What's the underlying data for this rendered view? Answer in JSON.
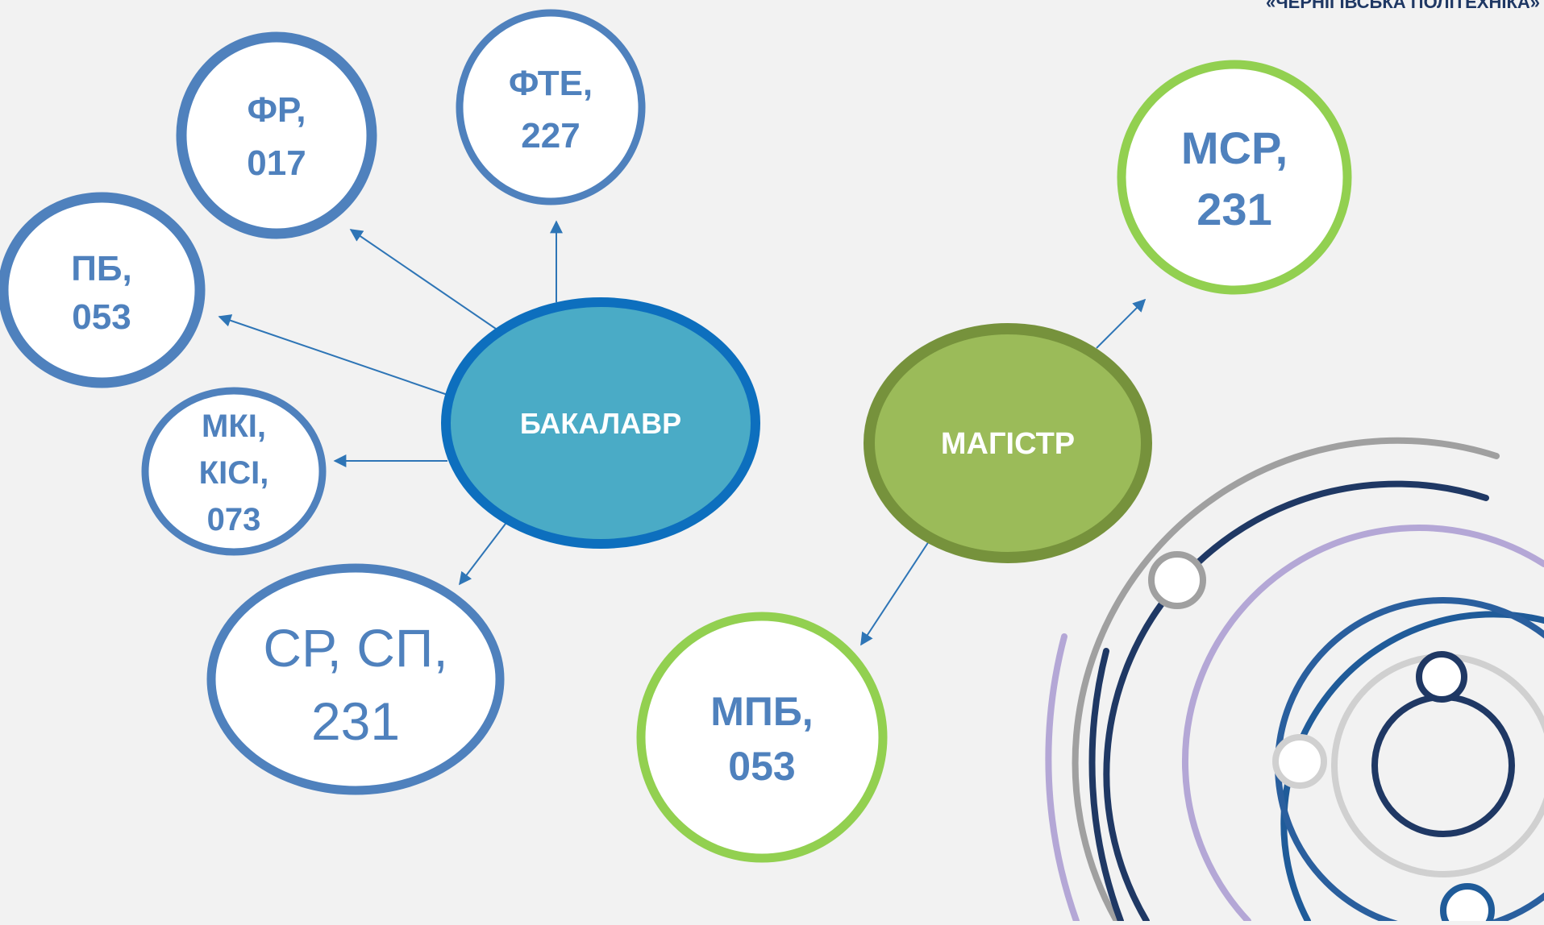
{
  "header": {
    "org_name": "«ЧЕРНІГІВСЬКА ПОЛІТЕХНІКА»"
  },
  "diagram": {
    "bachelor": {
      "label": "БАКАЛАВР",
      "children": {
        "fr": {
          "lines": [
            "ФР,",
            "017"
          ]
        },
        "fte": {
          "lines": [
            "ФТЕ,",
            "227"
          ]
        },
        "pb": {
          "lines": [
            "ПБ,",
            "053"
          ]
        },
        "mki": {
          "lines": [
            "МКІ,",
            "КІСІ,",
            "073"
          ]
        },
        "srsp": {
          "lines": [
            "СР, СП,",
            "231"
          ]
        }
      }
    },
    "master": {
      "label": "МАГІСТР",
      "children": {
        "msr": {
          "lines": [
            "МСР,",
            "231"
          ]
        },
        "mpb": {
          "lines": [
            "МПБ,",
            "053"
          ]
        }
      }
    }
  },
  "colors": {
    "background": "#f2f2f2",
    "bachelor_fill": "#4aabc6",
    "bachelor_stroke": "#0d6fbe",
    "bachelor_child_stroke": "#4f81bd",
    "master_fill": "#9bbb59",
    "master_stroke": "#76923c",
    "master_child_stroke": "#92d050",
    "node_text": "#4f81bd",
    "arrow": "#2e75b6",
    "center_text": "#ffffff",
    "header_text": "#1f3864"
  },
  "icons": {
    "decoration": "concentric-arcs-logo"
  }
}
